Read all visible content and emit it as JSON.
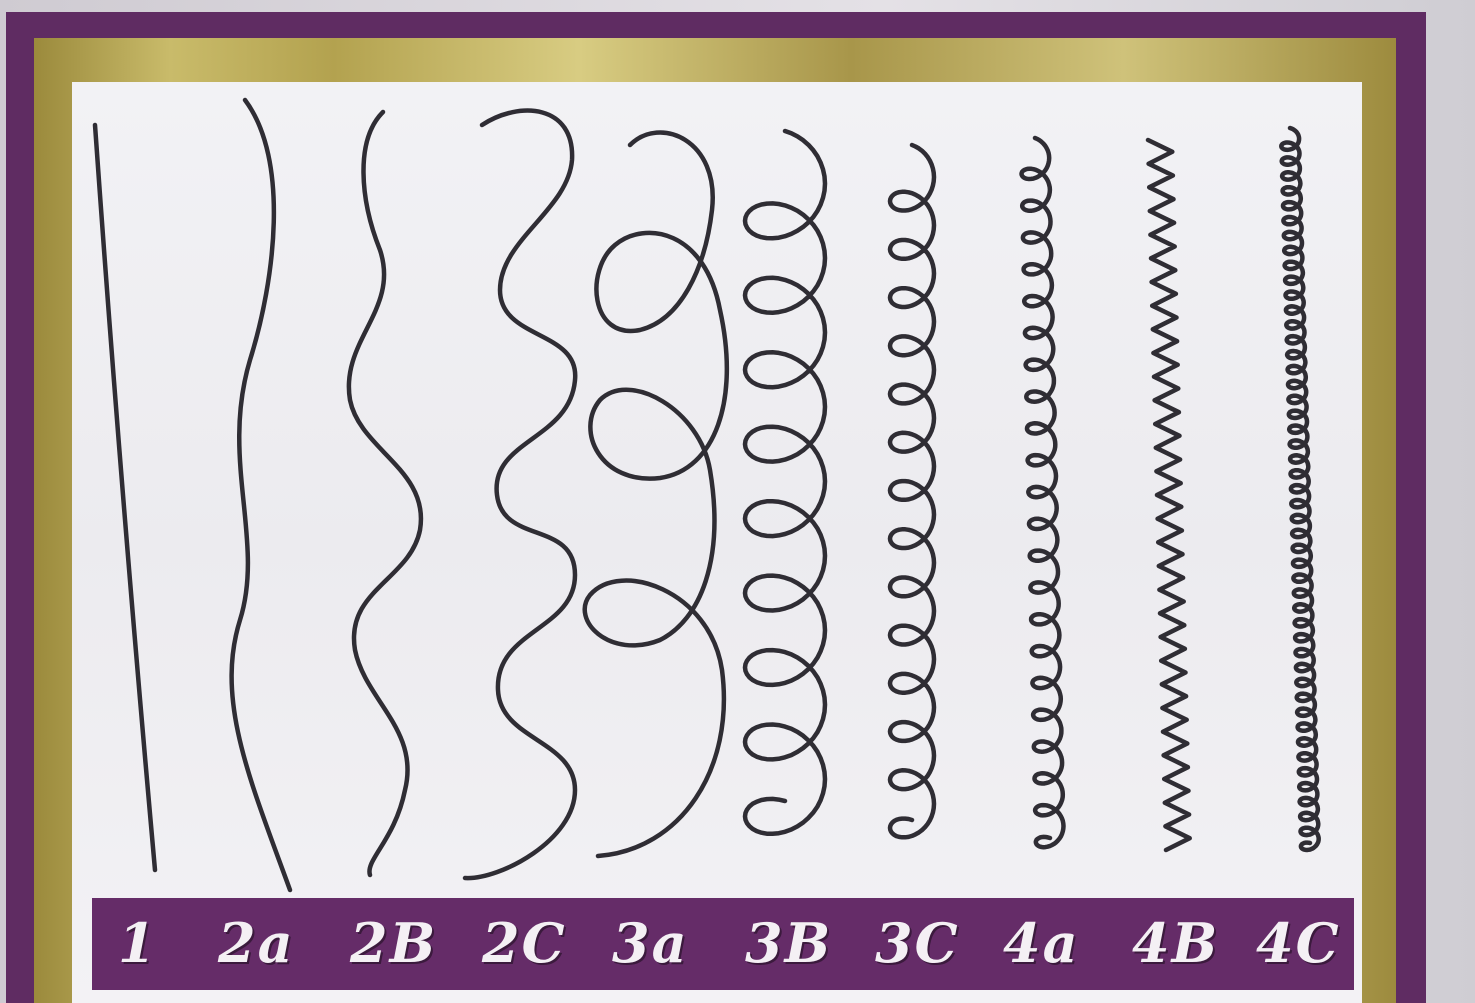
{
  "chart_title": "",
  "hair_types": [
    {
      "label": "1"
    },
    {
      "label": "2a"
    },
    {
      "label": "2B"
    },
    {
      "label": "2C"
    },
    {
      "label": "3a"
    },
    {
      "label": "3B"
    },
    {
      "label": "3C"
    },
    {
      "label": "4a"
    },
    {
      "label": "4B"
    },
    {
      "label": "4C"
    }
  ],
  "colors": {
    "outer_frame": "#5f2c62",
    "gold_frame": "#c9bb6a",
    "card_background": "#f0eff3",
    "stroke": "#2f2d34",
    "label_bar": "#652c68",
    "label_text": "#f4f0f4"
  }
}
